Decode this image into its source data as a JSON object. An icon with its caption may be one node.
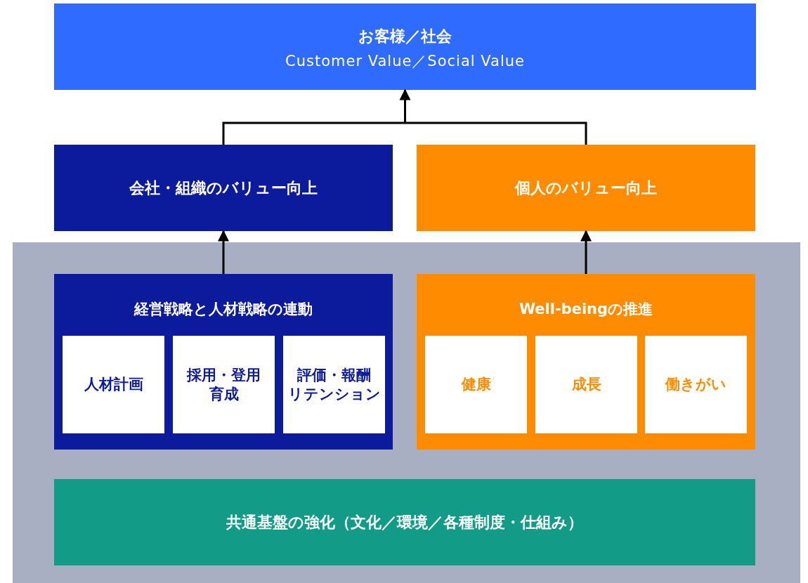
{
  "diagram": {
    "nodes": [
      {
        "text": [
          "お客様／社会",
          "Customer Value／Social Value"
        ]
      },
      {
        "text": [
          "会社・組織のバリュー向上"
        ]
      },
      {
        "text": [
          "個人のバリュー向上"
        ]
      },
      {
        "text": [],
        "shape": "box"
      },
      {
        "text": [
          "経営戦略と人材戦略の連動"
        ],
        "in": 3
      },
      {
        "text": [
          "人材計画"
        ],
        "in": 4
      },
      {
        "text": [
          "採用・登用育成"
        ],
        "in": 4
      },
      {
        "text": [
          "評価・報酬リテンション"
        ],
        "in": 4
      },
      {
        "text": [
          "Well-beingの推進"
        ],
        "in": 3
      },
      {
        "text": [
          "健康"
        ],
        "in": 8
      },
      {
        "text": [
          "成長"
        ],
        "in": 8
      },
      {
        "text": [
          "働きがい"
        ],
        "in": 8
      },
      {
        "text": [
          "共通基盤の強化（文化／環境／各種制度・仕組み）"
        ],
        "in": 3
      }
    ],
    "edges": [
      {
        "from": 1,
        "to": 0,
        "arrow": "to"
      },
      {
        "from": 2,
        "to": 0,
        "arrow": "to"
      },
      {
        "from": 4,
        "to": 1,
        "arrow": "to"
      },
      {
        "from": 8,
        "to": 2,
        "arrow": "to"
      }
    ]
  }
}
